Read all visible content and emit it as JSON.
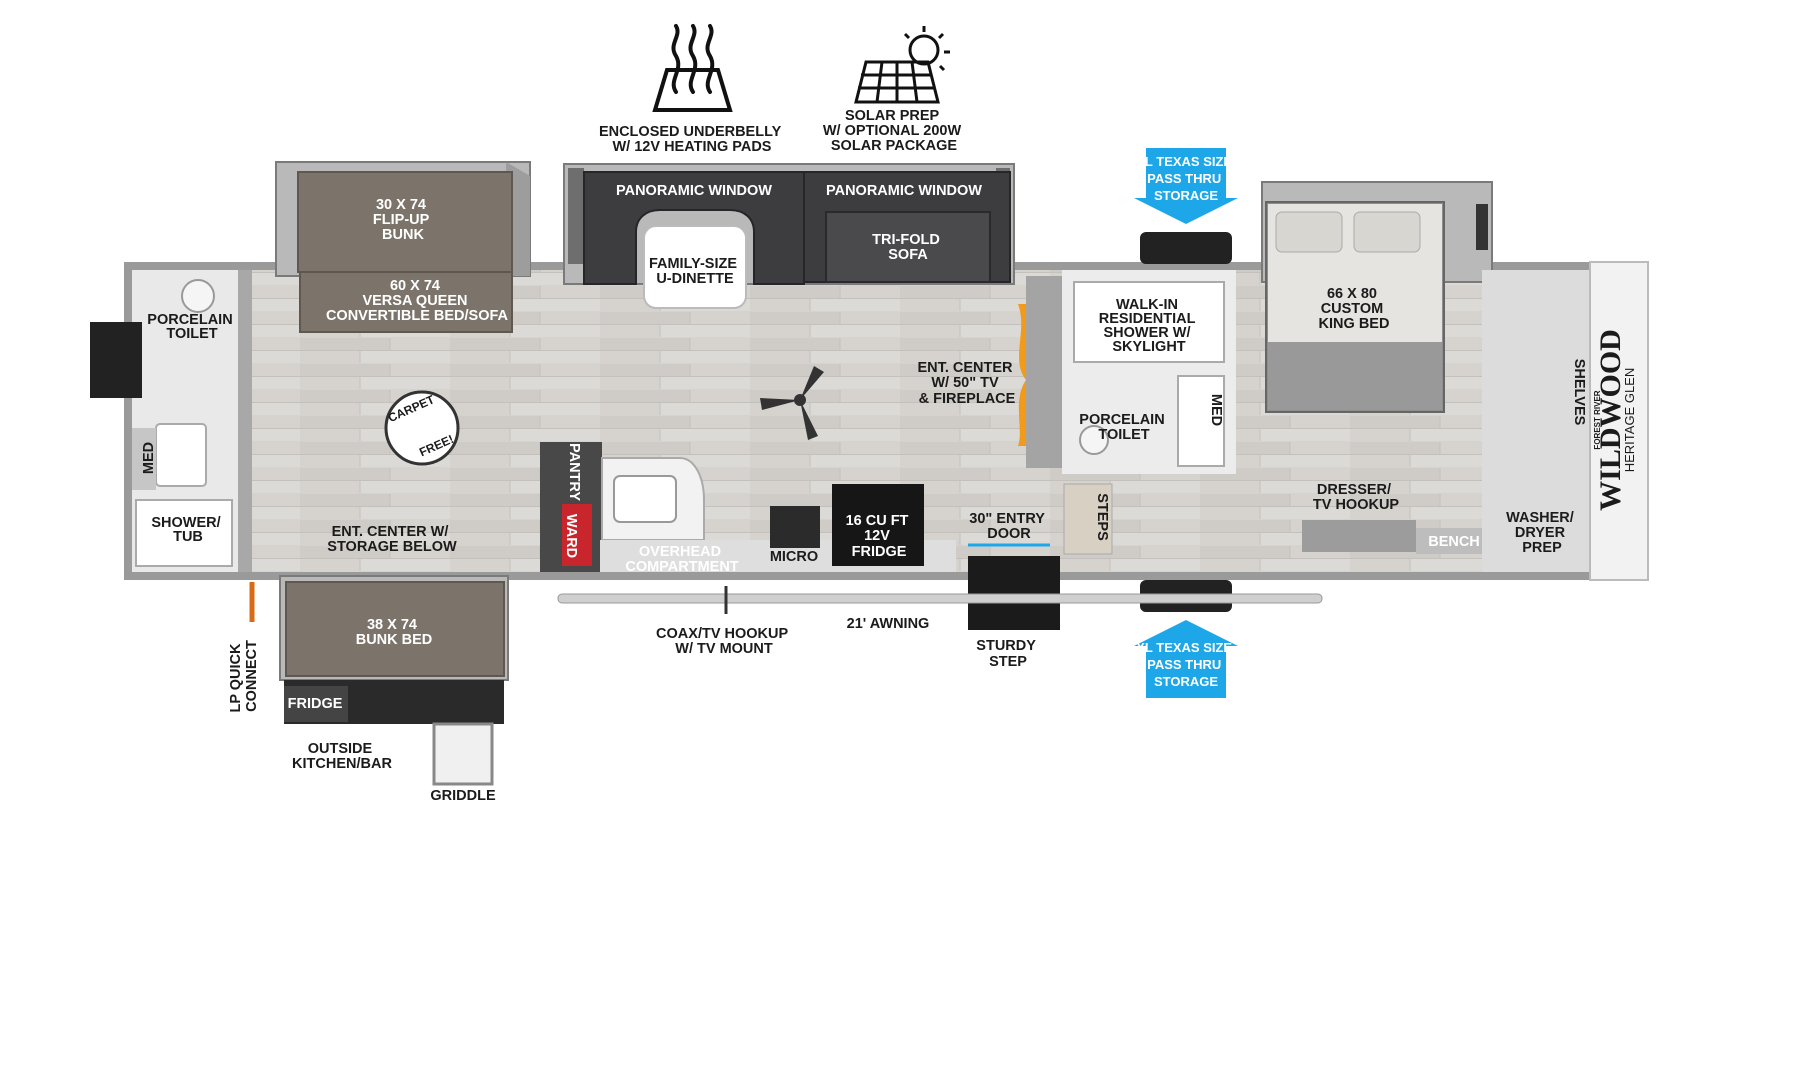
{
  "features": {
    "underbelly": [
      "ENCLOSED UNDERBELLY",
      "W/ 12V HEATING PADS"
    ],
    "solar": [
      "SOLAR PREP",
      "W/ OPTIONAL 200W",
      "SOLAR PACKAGE"
    ]
  },
  "labels": {
    "flip_up_bunk": [
      "30 X 74",
      "FLIP-UP",
      "BUNK"
    ],
    "versa_queen": [
      "60 X 74",
      "VERSA QUEEN",
      "CONVERTIBLE BED/SOFA"
    ],
    "panoramic_left": "PANORAMIC WINDOW",
    "panoramic_right": "PANORAMIC WINDOW",
    "u_dinette": [
      "FAMILY-SIZE",
      "U-DINETTE"
    ],
    "tri_fold_sofa": [
      "TRI-FOLD",
      "SOFA"
    ],
    "texas_top": [
      "XL TEXAS SIZE",
      "PASS THRU",
      "STORAGE"
    ],
    "texas_bottom": [
      "XL TEXAS SIZE",
      "PASS THRU",
      "STORAGE"
    ],
    "king_bed": [
      "66 X  80",
      "CUSTOM",
      "KING BED"
    ],
    "porcelain_toilet_left": [
      "PORCELAIN",
      "TOILET"
    ],
    "med_left": "MED",
    "shower_tub": [
      "SHOWER/",
      "TUB"
    ],
    "carpet_free": [
      "CARPET",
      "FREE!"
    ],
    "ent_center_storage": [
      "ENT. CENTER W/",
      "STORAGE BELOW"
    ],
    "pantry": "PANTRY",
    "ward": "WARD",
    "overhead": [
      "OVERHEAD",
      "COMPARTMENT"
    ],
    "micro": "MICRO",
    "fridge_main": [
      "16 CU FT",
      "12V",
      "FRIDGE"
    ],
    "ent_center_tv": [
      "ENT. CENTER",
      "W/ 50\" TV",
      "& FIREPLACE"
    ],
    "walk_in_shower": [
      "WALK-IN",
      "RESIDENTIAL",
      "SHOWER W/",
      "SKYLIGHT"
    ],
    "porcelain_toilet_right": [
      "PORCELAIN",
      "TOILET"
    ],
    "med_right": "MED",
    "steps": "STEPS",
    "entry_door": [
      "30\" ENTRY",
      "DOOR"
    ],
    "dresser": [
      "DRESSER/",
      "TV HOOKUP"
    ],
    "bench": "BENCH",
    "shelves": "SHELVES",
    "washer_dryer": [
      "WASHER/",
      "DRYER",
      "PREP"
    ],
    "bunk_bed": [
      "38 X 74",
      "BUNK BED"
    ],
    "fridge_outside": "FRIDGE",
    "outside_kitchen": [
      "OUTSIDE",
      "KITCHEN/BAR"
    ],
    "griddle": "GRIDDLE",
    "lp_quick": [
      "LP QUICK",
      "CONNECT"
    ],
    "coax": [
      "COAX/TV HOOKUP",
      "W/ TV MOUNT"
    ],
    "awning": "21' AWNING",
    "sturdy_step": [
      "STURDY",
      "STEP"
    ]
  },
  "brand": [
    "FOREST RIVER",
    "WILDWOOD",
    "HERITAGE GLEN"
  ],
  "colors": {
    "callout_blue": "#1ea7e8",
    "bunk_brown": "#7c746a",
    "sofa_dark": "#3d3d3f",
    "wall_grey": "#8f8f8f",
    "ward_red": "#c8262c",
    "fireplace_orange": "#f29a1a"
  }
}
